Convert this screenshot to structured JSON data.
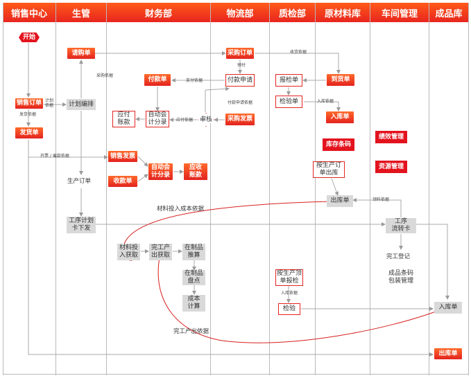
{
  "lanes": [
    "销售中心",
    "生管",
    "财务部",
    "物流部",
    "质检部",
    "原材料库",
    "车间管理",
    "成品库"
  ],
  "nodes": {
    "start": "开始",
    "sales_order": "销售订单",
    "ship_order_sales": "发货单",
    "purchase_req": "请购单",
    "plan_schedule": "计划编排",
    "prod_order": "生产订单",
    "process_plan": "工序计划\n卡下发",
    "payment": "付款单",
    "payable": "应付\n账款",
    "auto_acct1": "自动会\n计分录",
    "sales_invoice": "销售发票",
    "receipt": "收款单",
    "auto_acct2": "自动会\n计分录",
    "receivable": "应收\n账款",
    "material_cost": "材料投\n入获取",
    "finish_output": "完工产\n出获取",
    "wip_calc": "在制品\n推算",
    "wip_count": "在制品\n盘点",
    "cost_calc": "成本\n计算",
    "purchase_order": "采购订单",
    "pay_request": "付款申请",
    "audit": "审核",
    "purchase_invoice": "采购发票",
    "inspect_report": "报检单",
    "inspect_order": "检验单",
    "prod_inspect": "按生产顶\n单报检",
    "inspect": "检验",
    "arrival": "到货单",
    "warehouse_in": "入库单",
    "stock_barcode": "库存条码",
    "by_prod_order_out": "按生产订\n单出库",
    "warehouse_out": "出库单",
    "performance": "绩效管理",
    "resource": "资源管理",
    "process_card": "工序\n流转卡",
    "finish_register": "完工登记",
    "fg_barcode": "成品条码\n包装管理",
    "fg_in": "入库单",
    "fg_out": "出库单"
  },
  "labels": {
    "plan_basis": "计划\n依据",
    "ship_basis": "发货依据",
    "purchase_basis": "采购依据",
    "receive_basis": "收货依据",
    "prepay": "预付",
    "pay_basis": "支付依据",
    "pay_req_basis": "付款申请依据",
    "payable_basis": "应付依据",
    "in_basis1": "入库依据",
    "invoice_basis": "开票 / 催款依据",
    "pick_basis": "领料依据",
    "in_basis2": "入库依据",
    "material_cost_basis": "材料投入成本依据",
    "finish_basis": "完工产出依据"
  }
}
